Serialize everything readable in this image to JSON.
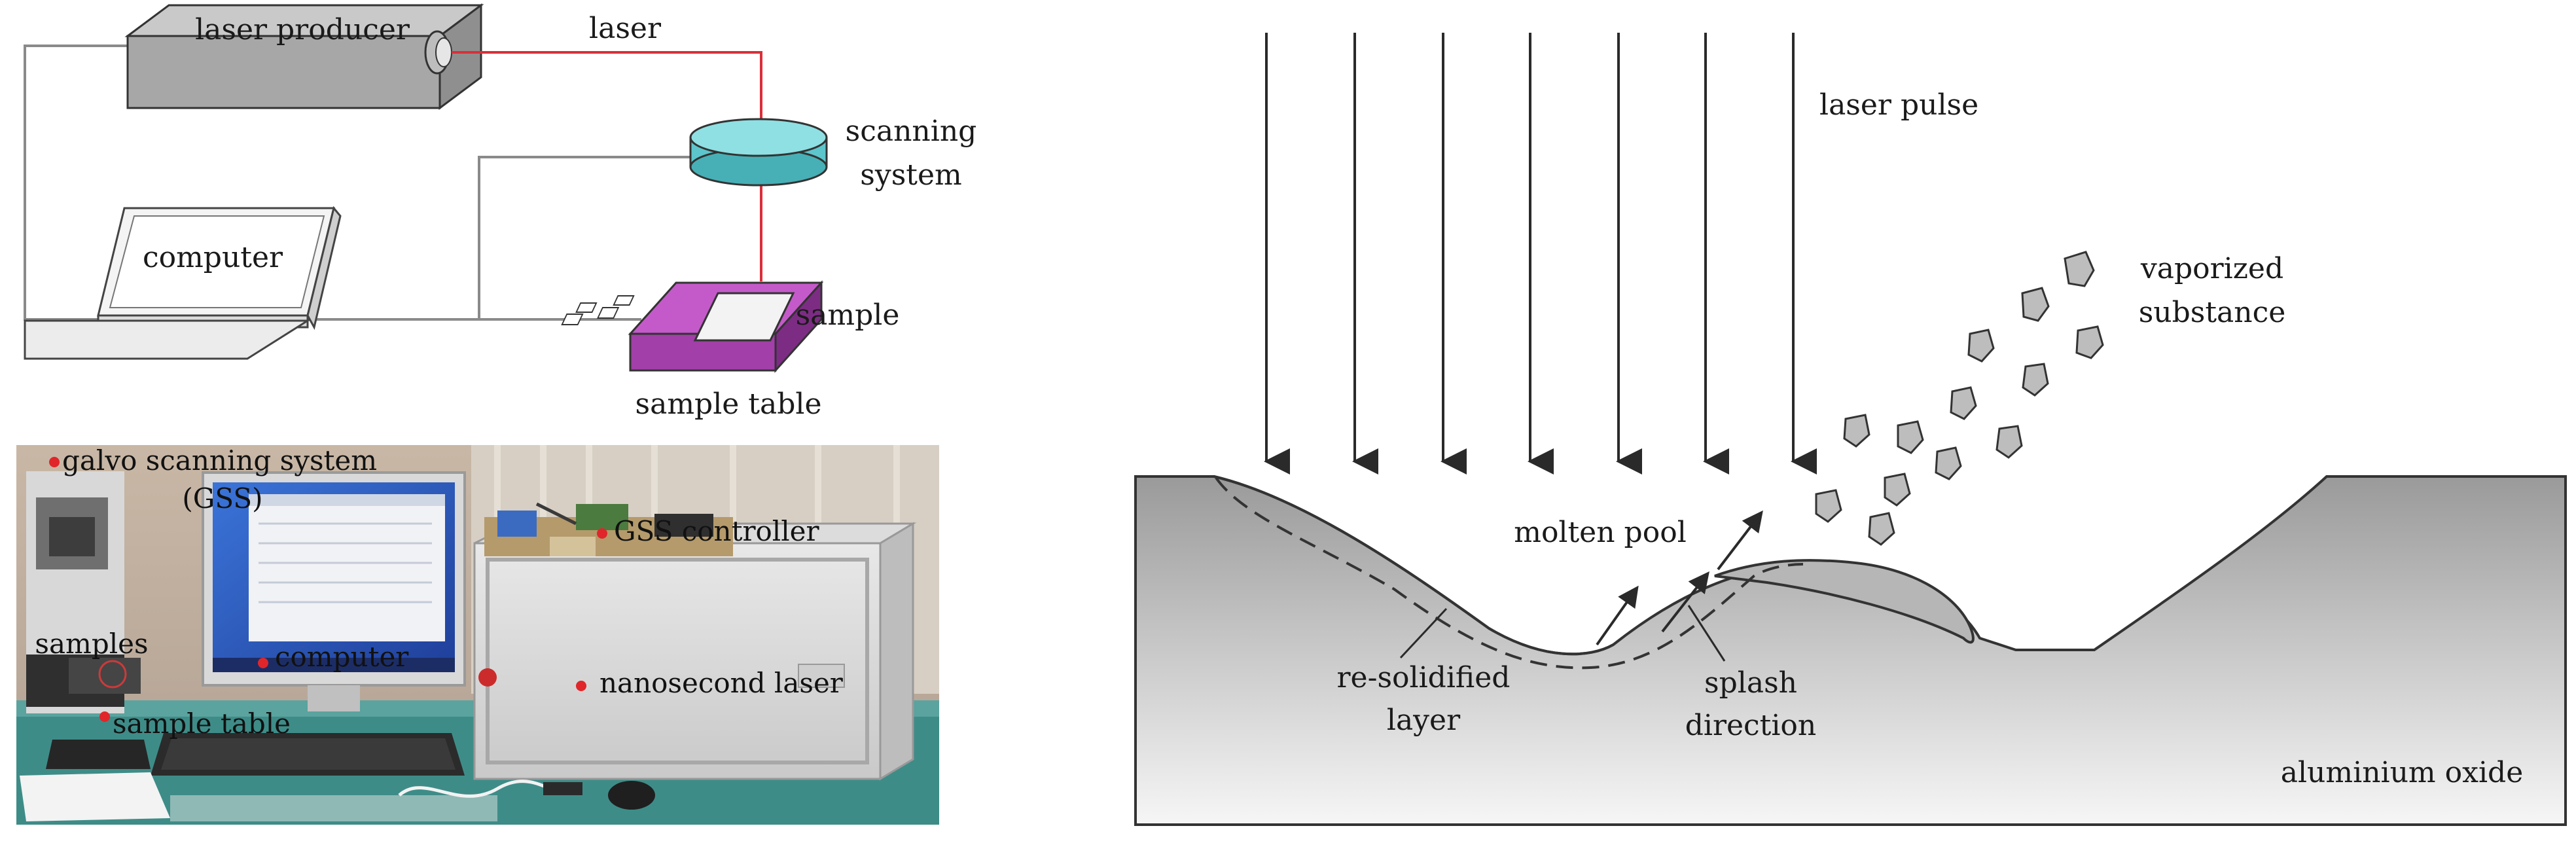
{
  "schematic": {
    "laser_producer": "laser producer",
    "laser": "laser",
    "scanning_system_line1": "scanning",
    "scanning_system_line2": "system",
    "computer": "computer",
    "sample": "sample",
    "sample_table": "sample table"
  },
  "photo": {
    "gss_line1": "galvo scanning system",
    "gss_line2": "(GSS)",
    "gss_controller": "GSS controller",
    "samples": "samples",
    "computer": "computer",
    "nanosecond_laser": "nanosecond laser",
    "sample_table": "sample table"
  },
  "ablation": {
    "laser_pulse": "laser pulse",
    "vaporized_line1": "vaporized",
    "vaporized_line2": "substance",
    "molten_pool": "molten pool",
    "resolidified_line1": "re-solidified",
    "resolidified_line2": "layer",
    "splash_line1": "splash",
    "splash_line2": "direction",
    "aluminium_oxide": "aluminium oxide"
  },
  "colors": {
    "laser_beam": "#d9303a",
    "scanning_system": "#5cc6cc",
    "sample_table": "#a23fa8",
    "laser_producer": "#a7a7a7",
    "marker": "#e0262a"
  }
}
